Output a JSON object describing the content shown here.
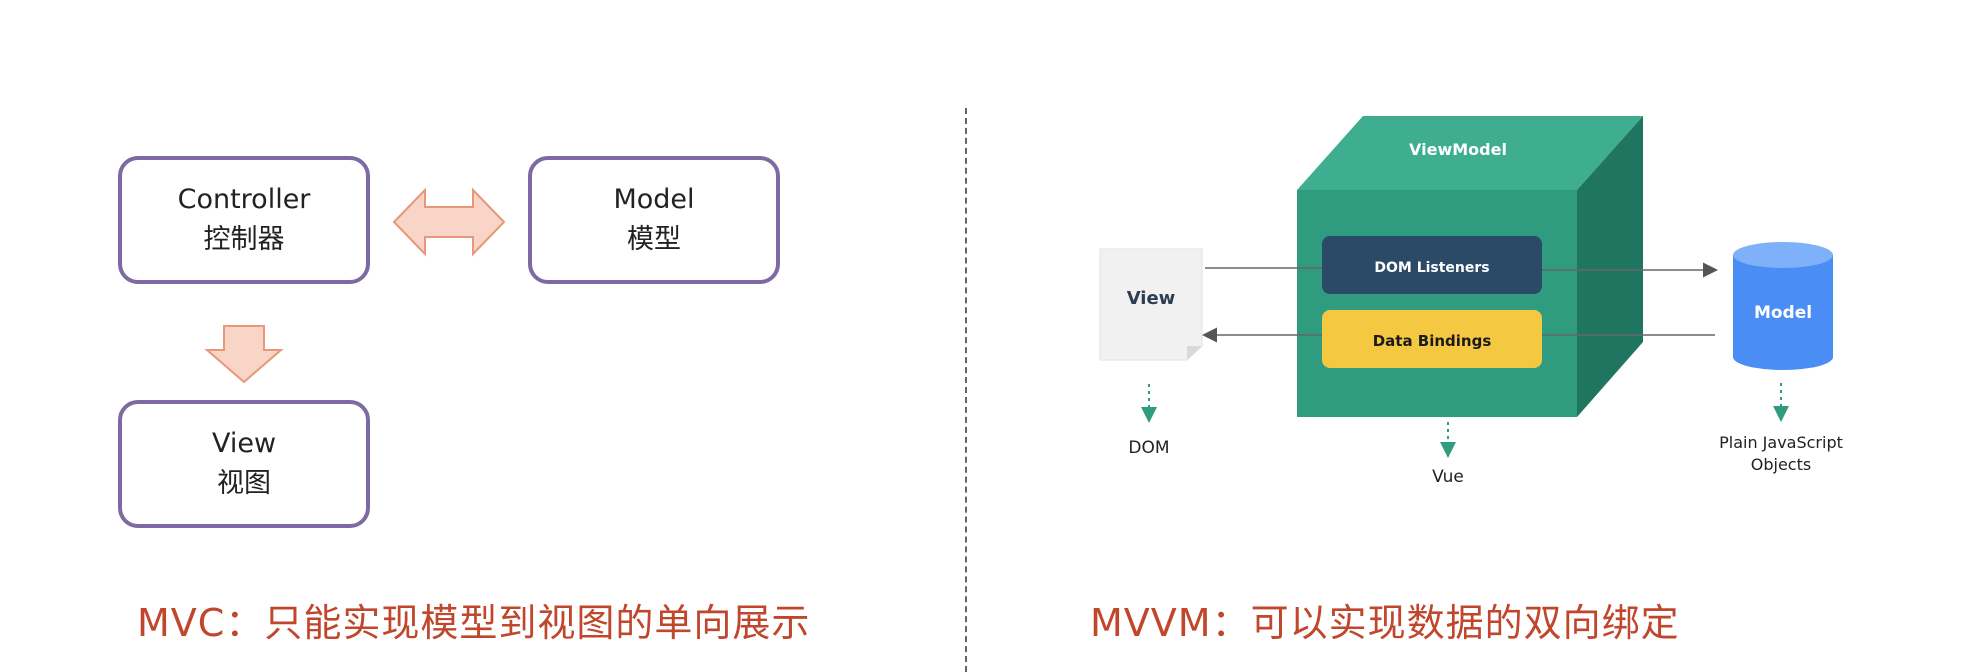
{
  "mvc": {
    "controller": {
      "line1": "Controller",
      "line2": "控制器"
    },
    "model": {
      "line1": "Model",
      "line2": "模型"
    },
    "view": {
      "line1": "View",
      "line2": "视图"
    },
    "caption": "MVC：只能实现模型到视图的单向展示"
  },
  "mvvm": {
    "viewmodel_label": "ViewModel",
    "dom_listeners": "DOM Listeners",
    "data_bindings": "Data Bindings",
    "view_label": "View",
    "dom_label": "DOM",
    "vue_label": "Vue",
    "model_label": "Model",
    "plain_js_line1": "Plain JavaScript",
    "plain_js_line2": "Objects",
    "caption": "MVVM：可以实现数据的双向绑定"
  },
  "colors": {
    "box_border": "#7e6aa2",
    "arrow_fill": "#f9d5c7",
    "arrow_stroke": "#e7977a",
    "caption": "#c0462c",
    "cube_front": "#2f9b7f",
    "cube_top": "#3fae90",
    "cube_side": "#1f7560",
    "dom_listeners_bg": "#2a4a66",
    "data_bindings_bg": "#f5c842",
    "model_cylinder": "#4a8ef5"
  }
}
